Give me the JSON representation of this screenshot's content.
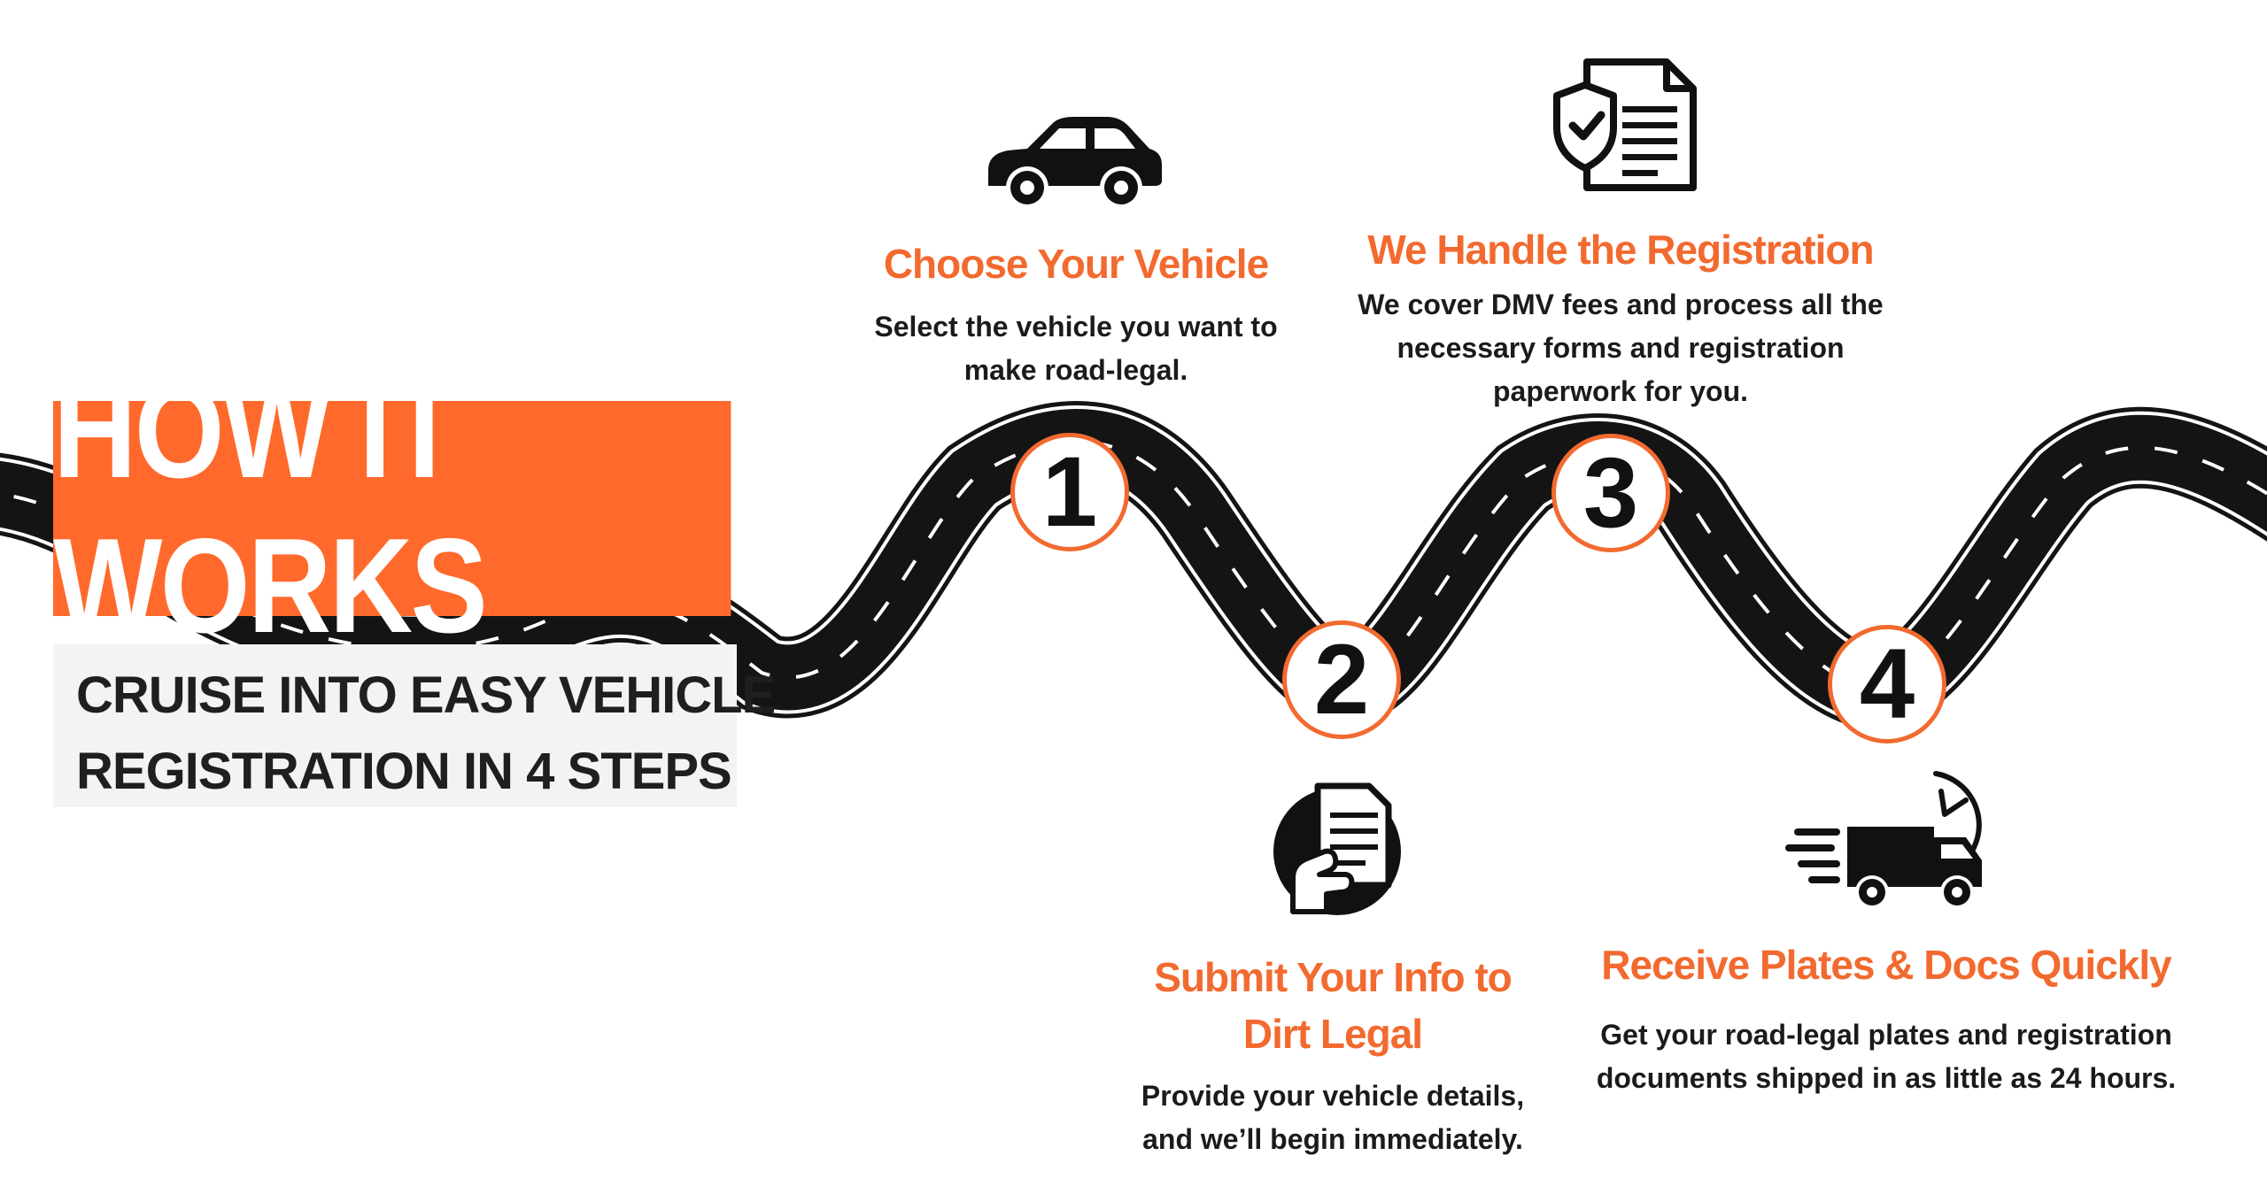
{
  "header": {
    "title": "HOW IT WORKS",
    "subtitle_lines": [
      "CRUISE INTO EASY VEHICLE",
      "REGISTRATION IN 4 STEPS"
    ]
  },
  "colors": {
    "accent": "#ff6a2c",
    "road": "#141414",
    "lane": "#ffffff",
    "text": "#1b1b1b",
    "subtitle_bg": "#f3f3f3"
  },
  "steps": [
    {
      "number": "1",
      "icon": "car-icon",
      "title_lines": [
        "Choose Your Vehicle"
      ],
      "desc_lines": [
        "Select the vehicle you want to",
        "make road-legal."
      ]
    },
    {
      "number": "2",
      "icon": "hand-document-icon",
      "title_lines": [
        "Submit Your Info to",
        "Dirt Legal"
      ],
      "desc_lines": [
        "Provide your vehicle details,",
        "and we’ll begin immediately."
      ]
    },
    {
      "number": "3",
      "icon": "shield-document-icon",
      "title_lines": [
        "We Handle the Registration"
      ],
      "desc_lines": [
        "We cover DMV fees and process all the",
        "necessary forms and registration",
        "paperwork for you."
      ]
    },
    {
      "number": "4",
      "icon": "delivery-truck-icon",
      "title_lines": [
        "Receive Plates & Docs Quickly"
      ],
      "desc_lines": [
        "Get your road-legal plates and registration",
        "documents shipped in as little as 24 hours."
      ]
    }
  ]
}
